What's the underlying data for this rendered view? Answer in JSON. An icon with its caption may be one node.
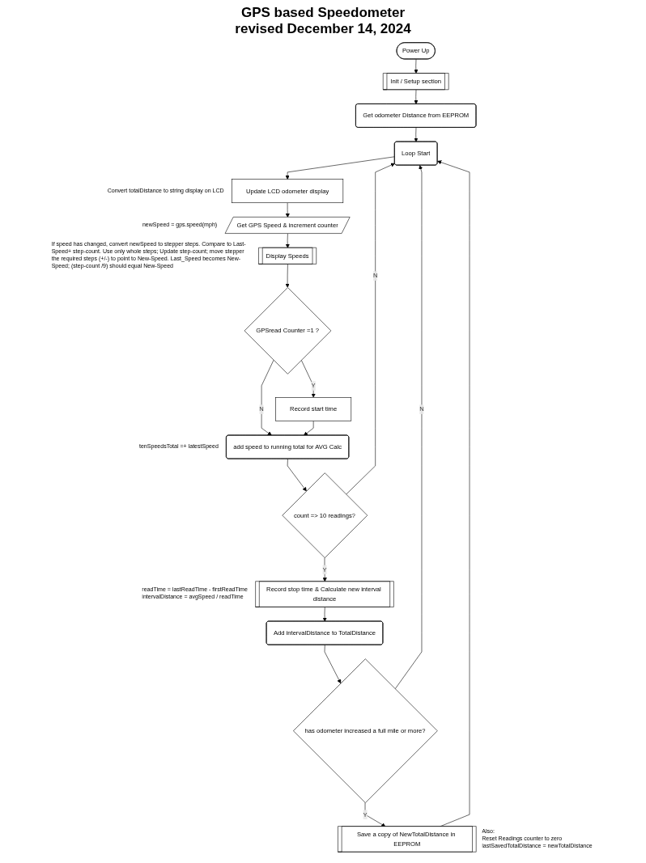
{
  "diagram": {
    "title": "GPS based Speedometer",
    "labels": [
      "revised December 14, 2024"
    ],
    "nodes": [
      {
        "text": [
          "Power Up"
        ]
      },
      {
        "text": [
          "Init / Setup section"
        ]
      },
      {
        "text": [
          "Get odometer Distance from EEPROM"
        ]
      },
      {
        "text": [
          "Loop Start"
        ]
      },
      {
        "text": [
          "Update LCD odometer display"
        ],
        "beside": [
          "Convert totalDistance to string display on LCD"
        ]
      },
      {
        "text": [
          "Get GPS Speed & increment counter"
        ],
        "beside": [
          "newSpeed = gps.speed(mph)"
        ]
      },
      {
        "text": [
          "Display Speeds"
        ],
        "beside": [
          "If speed has changed, convert newSpeed to stepper steps. Compare to Last-Speed+ step-count. Use only whole steps; Update step-count; move stepper the required steps (+/-) to point to New-Speed. Last_Speed becomes New-Speed; (step-count /9) should equal New-Speed"
        ]
      },
      {
        "text": [
          "GPSread Counter =1 ?"
        ]
      },
      {
        "text": [
          "Record start time"
        ]
      },
      {
        "text": [
          "add speed to running total for AVG Calc"
        ],
        "beside": [
          "tenSpeedsTotal =+ latestSpeed"
        ]
      },
      {
        "text": [
          "count => 10 readings?"
        ]
      },
      {
        "text": [
          "Record stop time & Calculate new interval distance"
        ],
        "beside": [
          "readTime = lastReadTime - firstReadTime",
          "intervalDistance = avgSpeed / readTime"
        ]
      },
      {
        "text": [
          "Add intervalDistance to TotalDistance"
        ]
      },
      {
        "text": [
          "has odometer increased a full mile or more?"
        ]
      },
      {
        "text": [
          "Save a copy of NewTotalDistance in EEPROM"
        ],
        "beside": [
          "Also:",
          "Reset Readings counter to zero",
          "lastSavedTotalDistance = newTotalDistance"
        ]
      }
    ],
    "edges": [
      {
        "from": 0,
        "to": 1,
        "arrow": "to"
      },
      {
        "from": 1,
        "to": 2,
        "arrow": "to"
      },
      {
        "from": 2,
        "to": 3,
        "arrow": "to"
      },
      {
        "from": 3,
        "to": 4,
        "arrow": "to"
      },
      {
        "from": 4,
        "to": 5,
        "arrow": "to"
      },
      {
        "from": 5,
        "to": 6,
        "arrow": "to"
      },
      {
        "from": 6,
        "to": 7,
        "arrow": "to"
      },
      {
        "from": 7,
        "to": 8,
        "arrow": "to",
        "label": "Y"
      },
      {
        "from": 7,
        "to": 9,
        "arrow": "to",
        "label": "N"
      },
      {
        "from": 8,
        "to": 9,
        "arrow": "to"
      },
      {
        "from": 9,
        "to": 10,
        "arrow": "to"
      },
      {
        "from": 10,
        "to": 3,
        "arrow": "to",
        "label": "N"
      },
      {
        "from": 10,
        "to": 11,
        "arrow": "to",
        "label": "Y"
      },
      {
        "from": 11,
        "to": 12,
        "arrow": "to"
      },
      {
        "from": 12,
        "to": 13,
        "arrow": "to"
      },
      {
        "from": 13,
        "to": 3,
        "arrow": "to",
        "label": "N"
      },
      {
        "from": 13,
        "to": 14,
        "arrow": "to",
        "label": "Y"
      },
      {
        "from": 14,
        "to": 3,
        "arrow": "to"
      }
    ]
  }
}
